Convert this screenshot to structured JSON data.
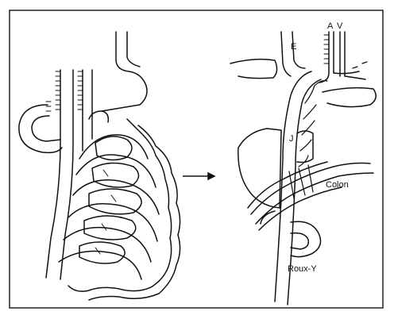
{
  "figure": {
    "labels": {
      "esophagus": "E",
      "artery": "A",
      "vein": "V",
      "jejunum": "J",
      "colon": "Colon",
      "roux_y": "Roux-Y"
    }
  }
}
